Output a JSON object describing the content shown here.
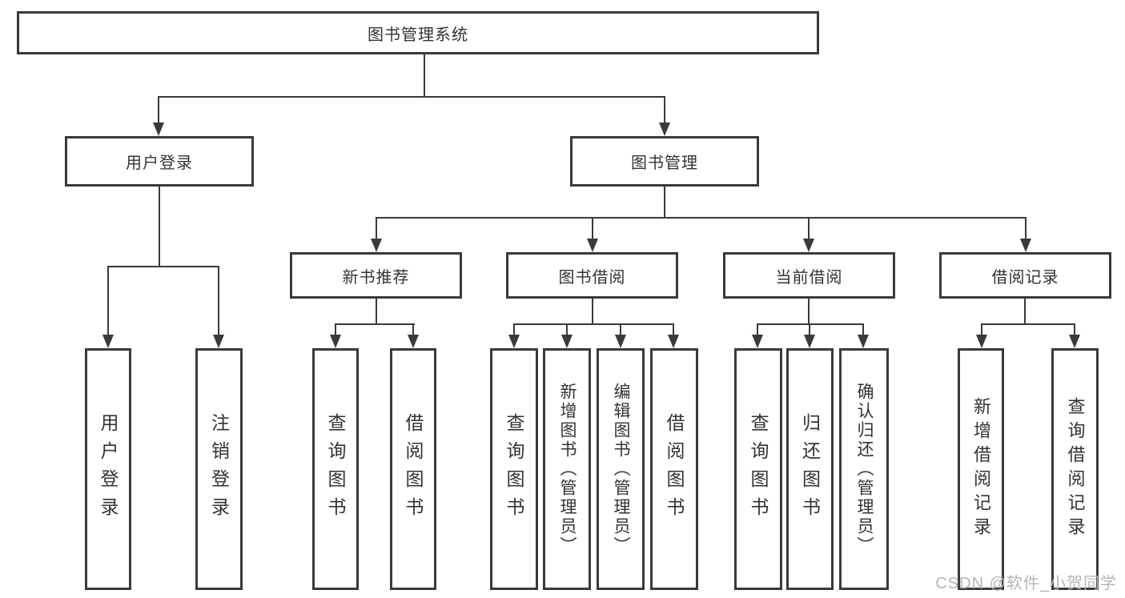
{
  "tree": {
    "label": "图书管理系统",
    "children": [
      {
        "label": "用户登录",
        "children": [
          {
            "label": "用户登录"
          },
          {
            "label": "注销登录"
          }
        ]
      },
      {
        "label": "图书管理",
        "children": [
          {
            "label": "新书推荐",
            "children": [
              {
                "label": "查询图书"
              },
              {
                "label": "借阅图书"
              }
            ]
          },
          {
            "label": "图书借阅",
            "children": [
              {
                "label": "查询图书"
              },
              {
                "label": "新增图书（管理员）"
              },
              {
                "label": "编辑图书（管理员）"
              },
              {
                "label": "借阅图书"
              }
            ]
          },
          {
            "label": "当前借阅",
            "children": [
              {
                "label": "查询图书"
              },
              {
                "label": "归还图书"
              },
              {
                "label": "确认归还（管理员）"
              }
            ]
          },
          {
            "label": "借阅记录",
            "children": [
              {
                "label": "新增借阅记录"
              },
              {
                "label": "查询借阅记录"
              }
            ]
          }
        ]
      }
    ]
  },
  "colors": {
    "line": "#3a3a3a",
    "text": "#333333",
    "watermark": "#b5b5b5"
  },
  "watermark": "CSDN @软件_小贺同学"
}
